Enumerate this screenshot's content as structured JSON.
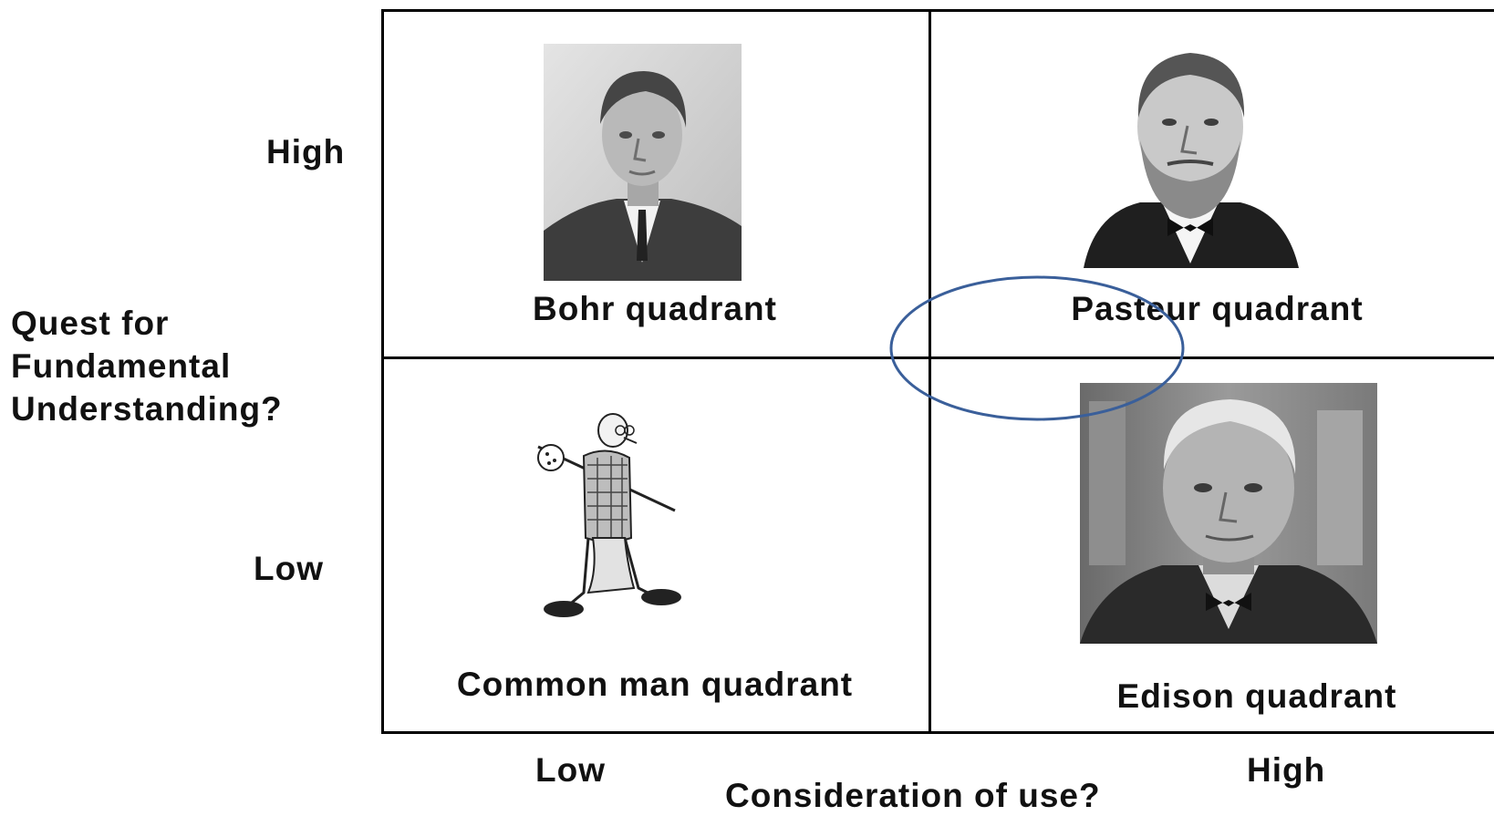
{
  "y_axis": {
    "label_line1": "Quest for",
    "label_line2": "Fundamental",
    "label_line3": "Understanding?",
    "high": "High",
    "low": "Low"
  },
  "x_axis": {
    "label": "Consideration of use?",
    "low": "Low",
    "high": "High"
  },
  "quadrants": {
    "top_left": {
      "label": "Bohr quadrant",
      "image": "bohr-portrait"
    },
    "top_right": {
      "label": "Pasteur quadrant",
      "image": "pasteur-portrait"
    },
    "bottom_left": {
      "label": "Common man quadrant",
      "image": "common-man-cartoon"
    },
    "bottom_right": {
      "label": "Edison quadrant",
      "image": "edison-portrait"
    }
  },
  "highlight": {
    "target": "Pasteur quadrant",
    "color": "#3a5f9a"
  }
}
